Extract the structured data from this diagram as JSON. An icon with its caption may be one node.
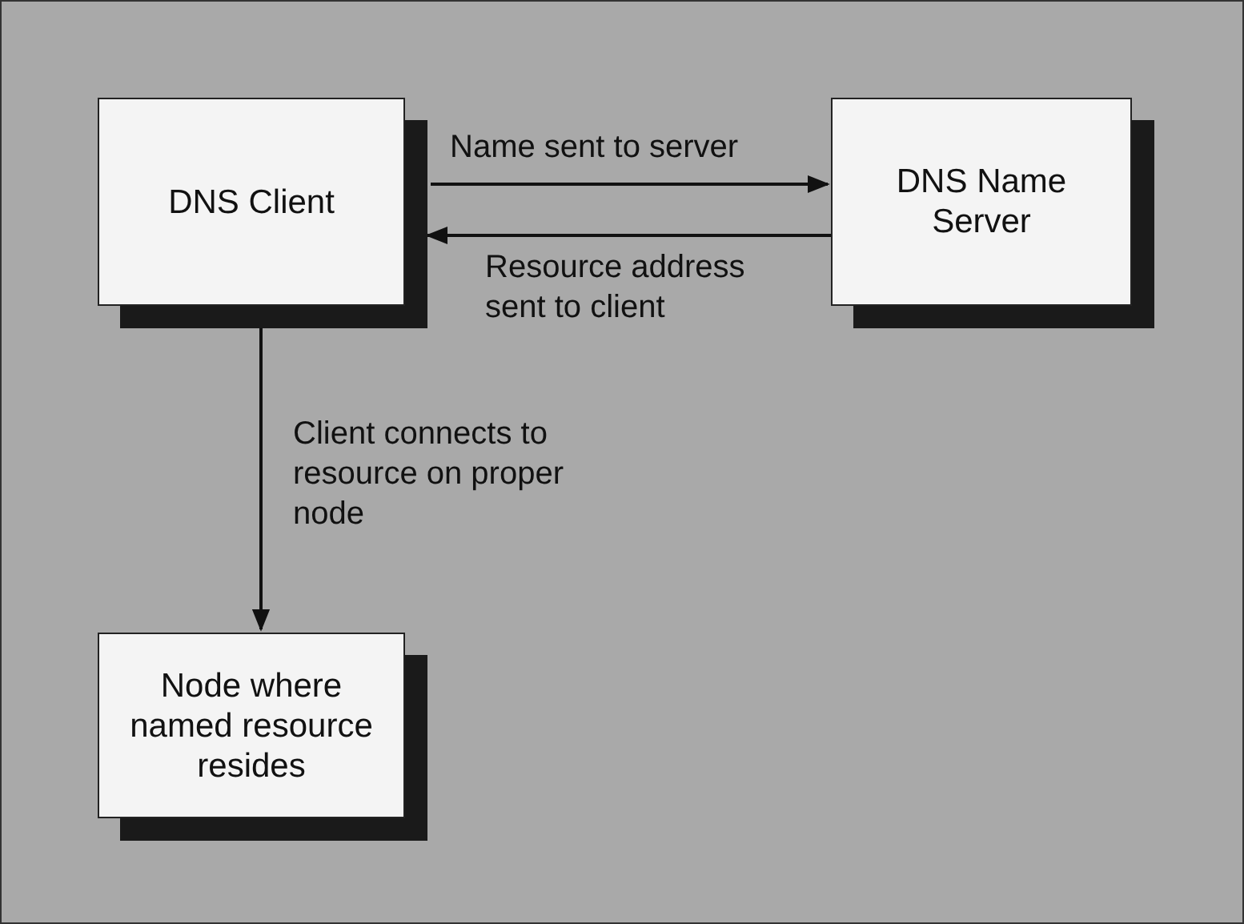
{
  "diagram": {
    "nodes": [
      {
        "text": [
          "DNS Client"
        ]
      },
      {
        "text": [
          "DNS Name Server"
        ]
      },
      {
        "text": [
          "Node where named resource resides"
        ]
      }
    ],
    "edges": [
      {
        "from": 0,
        "to": 1,
        "arrow": "to",
        "label": "Name sent to server"
      },
      {
        "from": 1,
        "to": 0,
        "arrow": "to",
        "label": "Resource address sent to client"
      },
      {
        "from": 0,
        "to": 2,
        "arrow": "to",
        "label": "Client connects to resource on proper node"
      }
    ]
  }
}
